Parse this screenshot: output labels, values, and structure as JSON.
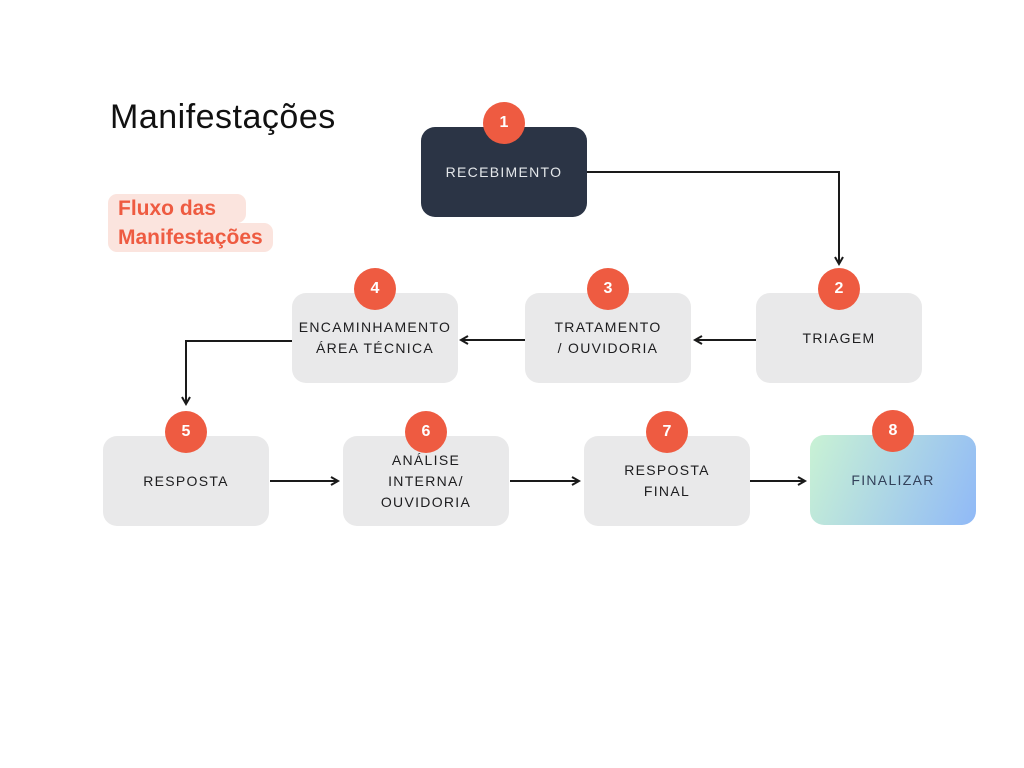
{
  "title": "Manifestações",
  "subtitle": {
    "line1": "Fluxo das",
    "line2": "Manifestações"
  },
  "steps": [
    {
      "number": "1",
      "label": "RECEBIMENTO"
    },
    {
      "number": "2",
      "label": "TRIAGEM"
    },
    {
      "number": "3",
      "label": "TRATAMENTO\n/ OUVIDORIA"
    },
    {
      "number": "4",
      "label": "ENCAMINHAMENTO\nÁREA TÉCNICA"
    },
    {
      "number": "5",
      "label": "RESPOSTA"
    },
    {
      "number": "6",
      "label": "ANÁLISE\nINTERNA/\nOUVIDORIA"
    },
    {
      "number": "7",
      "label": "RESPOSTA\nFINAL"
    },
    {
      "number": "8",
      "label": "FINALIZAR"
    }
  ],
  "colors": {
    "accent": "#ee5b41",
    "accent_bg": "#fbe4de",
    "dark_box": "#2b3445",
    "gray_box": "#e9e9ea",
    "gradient_start": "#c9f2d4",
    "gradient_end": "#90b9f7",
    "arrow": "#1a1a1a"
  }
}
